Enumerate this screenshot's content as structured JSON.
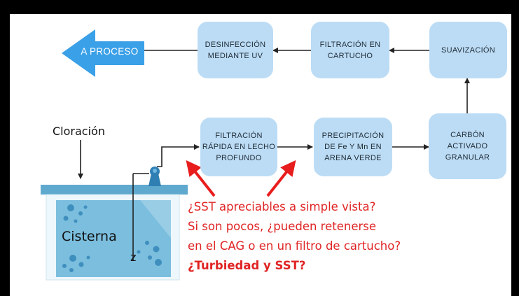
{
  "boxes": {
    "desinfeccion": "DESINFECCIÓN\nMEDIANTE UV",
    "filtracion_cartucho": "FILTRACIÓN EN\nCARTUCHO",
    "suavizacion": "SUAVIZACIÓN",
    "filtracion_rapida": "FILTRACIÓN\nRÁPIDA EN LECHO\nPROFUNDO",
    "precipitacion": "PRECIPITACIÓN\nDE Fe Y Mn EN\nARENA VERDE",
    "carbon": "CARBÓN\nACTIVADO\nGRANULAR"
  },
  "a_proceso": "A PROCESO",
  "cloracion": "Cloración",
  "cisterna": "Cisterna",
  "pump_label": "z",
  "questions": [
    "¿SST apreciables a simple vista?",
    "Si son pocos, ¿pueden retenerse",
    "en el CAG o en un filtro de cartucho?"
  ],
  "question_bold": "¿Turbiedad y SST?",
  "colors": {
    "box_fill": "#bcdcf5",
    "arrow_blue": "#3aa0e8",
    "question_red": "#e02424",
    "tank_water": "#7bbede"
  }
}
